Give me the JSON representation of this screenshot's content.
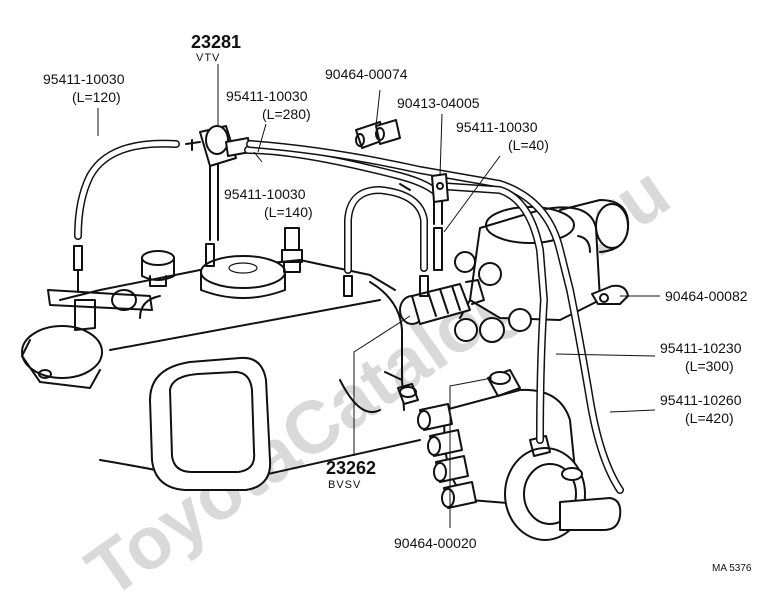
{
  "watermark": "ToyotaCatalogue.ru",
  "figure_code": "MA 5376",
  "callouts": {
    "vtv_number": "23281",
    "vtv_name": "VTV",
    "bvsv_number": "23262",
    "bvsv_name": "BVSV",
    "hose_l120_number": "95411-10030",
    "hose_l120_len": "(L=120)",
    "hose_l280_number": "95411-10030",
    "hose_l280_len": "(L=280)",
    "hose_l140_number": "95411-10030",
    "hose_l140_len": "(L=140)",
    "hose_l40_number": "95411-10030",
    "hose_l40_len": "(L=40)",
    "clip_00074": "90464-00074",
    "clip_04005": "90413-04005",
    "clip_00082": "90464-00082",
    "hose_l300_number": "95411-10230",
    "hose_l300_len": "(L=300)",
    "hose_l420_number": "95411-10260",
    "hose_l420_len": "(L=420)",
    "clip_00020": "90464-00020"
  }
}
